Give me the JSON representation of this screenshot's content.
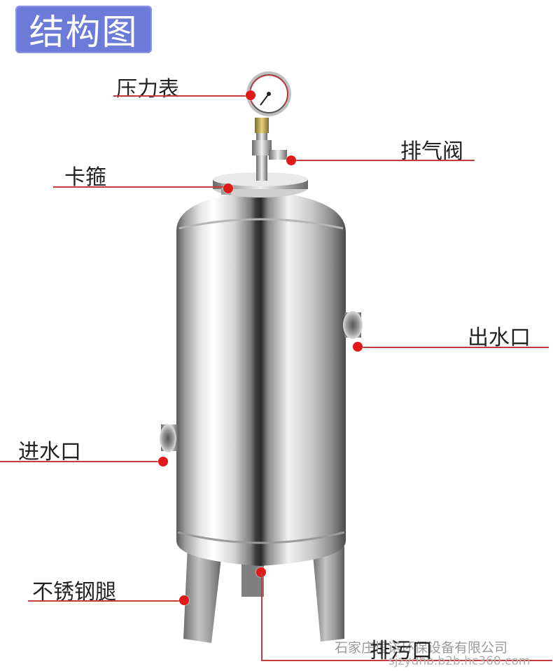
{
  "title": "结构图",
  "labels": {
    "pressure_gauge": "压力表",
    "vent_valve": "排气阀",
    "clamp": "卡箍",
    "water_outlet": "出水口",
    "water_inlet": "进水口",
    "steel_legs": "不锈钢腿",
    "drain_outlet": "排污口"
  },
  "watermark": {
    "company": "石家庄恒诺环保设备有限公司",
    "url": "sjzydhb.b2b.hc360.com"
  },
  "colors": {
    "title_bg": "#6d7bd8",
    "title_text": "#ffffff",
    "callout_line": "#c33c3c",
    "callout_dot": "#e01919"
  },
  "icons": [
    "pressure-gauge-icon",
    "stainless-tank-illustration"
  ]
}
